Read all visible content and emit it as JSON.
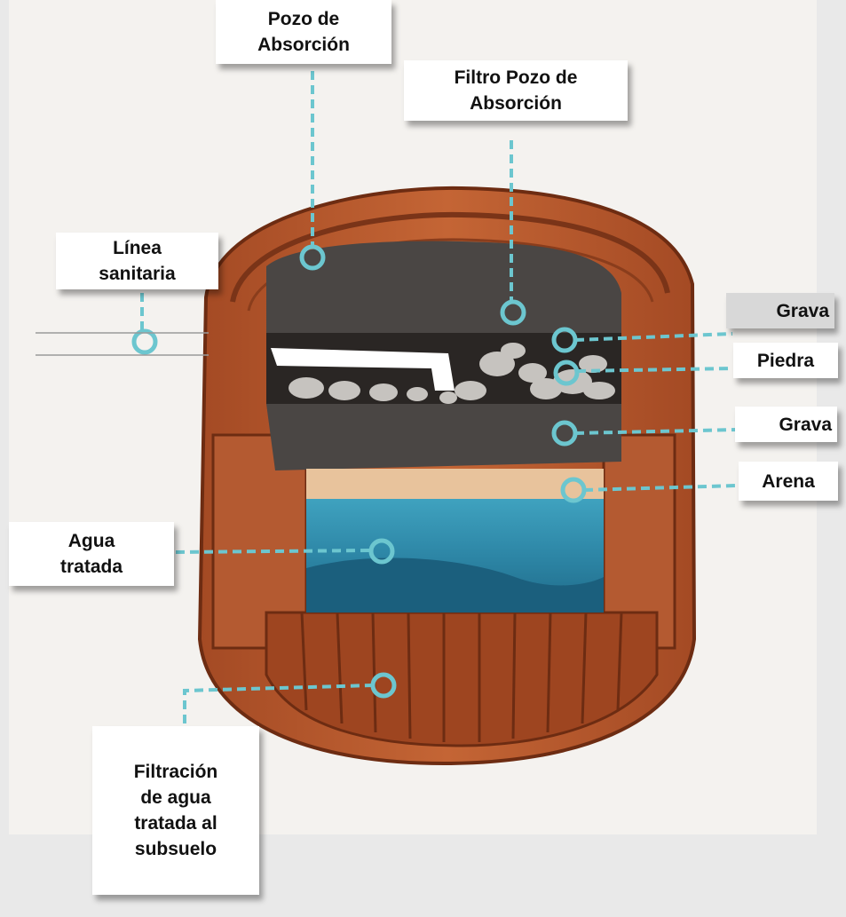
{
  "labels": {
    "pozo": [
      "Pozo de",
      "Absorción"
    ],
    "filtro": [
      "Filtro Pozo de",
      "Absorción"
    ],
    "linea": [
      "Línea",
      "sanitaria"
    ],
    "grava_top": "Grava",
    "piedra": "Piedra",
    "grava_bottom": "Grava",
    "arena": "Arena",
    "agua": [
      "Agua",
      "tratada"
    ],
    "filtracion": [
      "Filtración",
      "de agua",
      "tratada al",
      "subsuelo"
    ]
  },
  "colors": {
    "background": "#e9e9e9",
    "paper": "#f4f2ef",
    "brick": "#b8582e",
    "brick_dark": "#7a3418",
    "gravel": "#4a4644",
    "stones": "#c6c3bf",
    "sand": "#e8c39c",
    "water": "#2f8fae",
    "water_dark": "#1f6d8c",
    "leader": "#6cc6cf"
  }
}
